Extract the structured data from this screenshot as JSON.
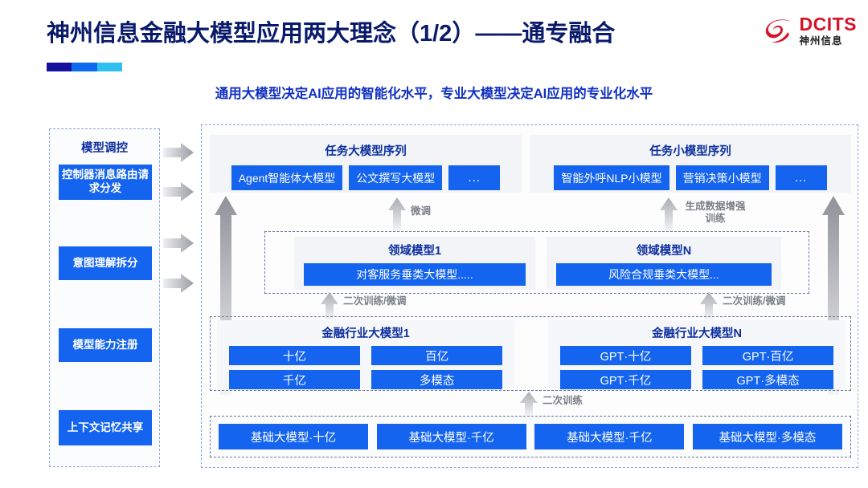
{
  "header": {
    "title": "神州信息金融大模型应用两大理念（1/2）——通专融合",
    "subtitle": "通用大模型决定AI应用的智能化水平，专业大模型决定AI应用的专业化水平",
    "logo_en": "DCITS",
    "logo_cn": "神州信息",
    "accent_colors": [
      "#16119C",
      "#0C6AF1",
      "#2FC0EF"
    ],
    "title_color": "#0A1A6B",
    "subtitle_color": "#1131C2",
    "logo_color": "#D71327"
  },
  "theme": {
    "chip_blue": "#1464F0",
    "panel_gray": "#F2F4F8",
    "dashed_border": "#8EA6D8",
    "arrow_gray": "#A9ACB2"
  },
  "control_panel": {
    "title": "模型调控",
    "items": [
      {
        "label": "控制器消息路由请求分发"
      },
      {
        "label": "意图理解拆分"
      },
      {
        "label": "模型能力注册"
      },
      {
        "label": "上下文记忆共享"
      }
    ]
  },
  "task_sequences": [
    {
      "title": "任务大模型序列",
      "chips": [
        "Agent智能体大模型",
        "公文撰写大模型",
        "..."
      ]
    },
    {
      "title": "任务小模型序列",
      "chips": [
        "智能外呼NLP小模型",
        "营销决策小模型",
        "..."
      ]
    }
  ],
  "domain_models": [
    {
      "title": "领域模型1",
      "chip": "对客服务垂类大模型....."
    },
    {
      "title": "领域模型N",
      "chip": "风险合规垂类大模型..."
    }
  ],
  "industry_models": [
    {
      "title": "金融行业大模型1",
      "chips": [
        "十亿",
        "百亿",
        "千亿",
        "多模态"
      ]
    },
    {
      "title": "金融行业大模型N",
      "chips": [
        "GPT·十亿",
        "GPT·百亿",
        "GPT·千亿",
        "GPT·多模态"
      ]
    }
  ],
  "base_models": [
    "基础大模型·十亿",
    "基础大模型·千亿",
    "基础大模型·千亿",
    "基础大模型·多模态"
  ],
  "arrow_labels": {
    "finetune": "微调",
    "gen_data_aug": "生成数据增强训练",
    "retrain_finetune_left": "二次训练/微调",
    "retrain_finetune_right": "二次训练/微调",
    "retrain": "二次训练"
  }
}
